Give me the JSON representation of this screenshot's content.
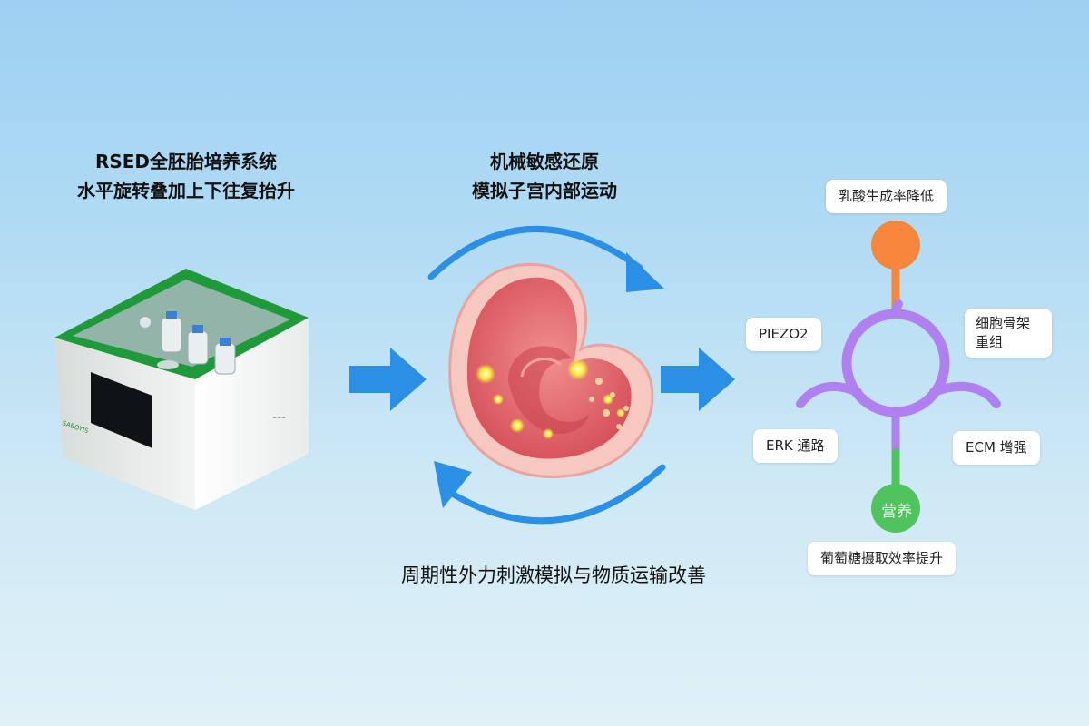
{
  "left_title": {
    "line1": "RSED全胚胎培养系统",
    "line2": "水平旋转叠加上下往复抬升"
  },
  "middle_title": {
    "line1": "机械敏感还原",
    "line2": "模拟子宫内部运动"
  },
  "caption": "周期性外力刺激模拟与物质运输改善",
  "network": {
    "lactate": "乳酸生成率降低",
    "piezo": "PIEZO2",
    "cytoskeleton": "细胞骨架重组",
    "erk": "ERK 通路",
    "ecm": "ECM 增强",
    "nutrition": "营养",
    "glucose": "葡萄糖摄取效率提升"
  },
  "device": {
    "brand_text": "SABOYIS"
  },
  "colors": {
    "arrow_blue": "#2b8fe6",
    "network_purple": "#b07ff0",
    "orange_node": "#f5863b",
    "green_node": "#4fc45e",
    "device_green": "#1f9a3a"
  }
}
